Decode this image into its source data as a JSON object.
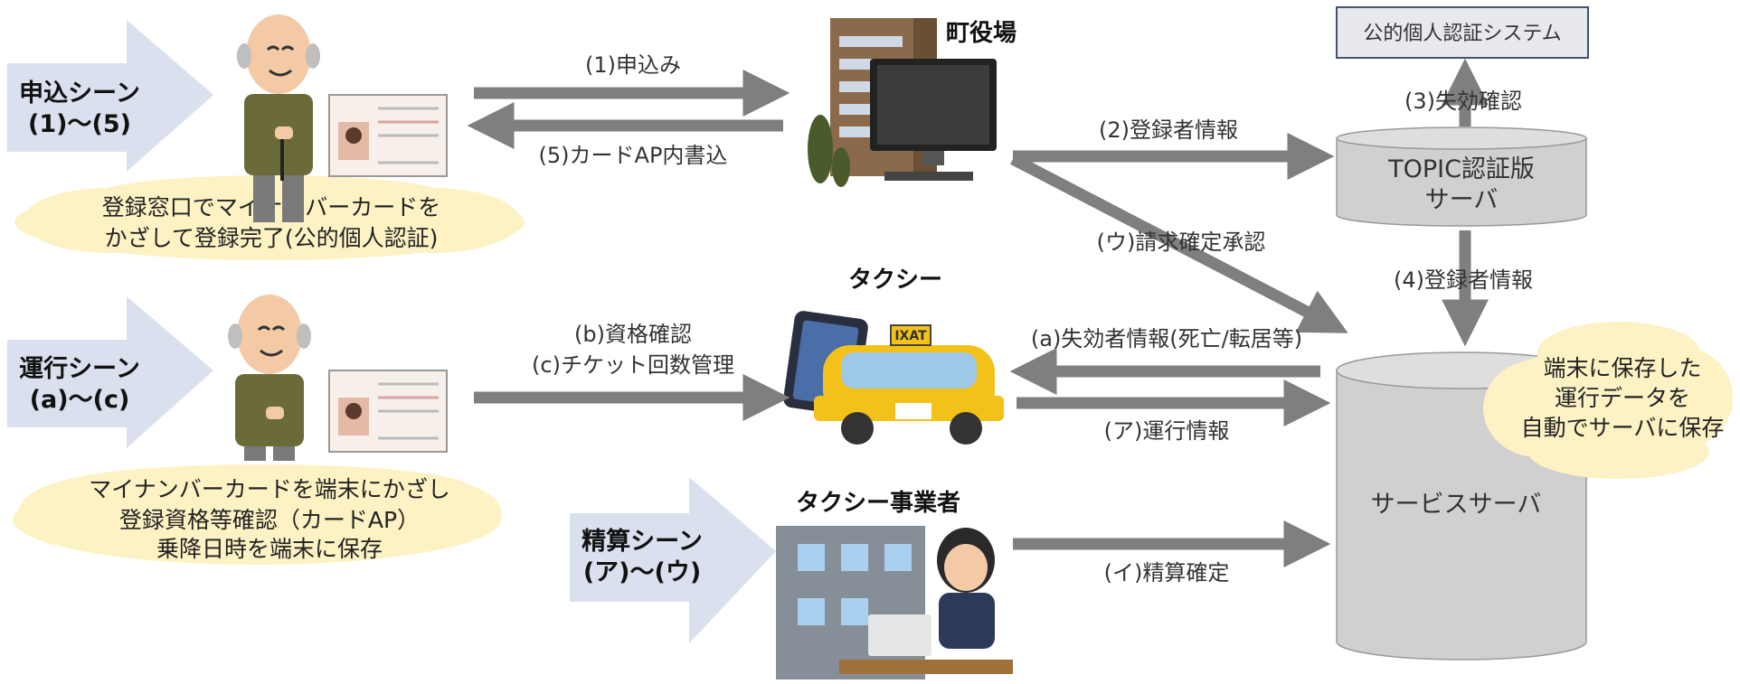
{
  "scenes": {
    "apply": {
      "title": "申込シーン",
      "range": "(1)〜(5)"
    },
    "operate": {
      "title": "運行シーン",
      "range": "(a)〜(c)"
    },
    "settle": {
      "title": "精算シーン",
      "range": "(ア)〜(ウ)"
    }
  },
  "clouds": {
    "apply": [
      "登録窓口でマイナンバーカードを",
      "かざして登録完了(公的個人認証)"
    ],
    "operate": [
      "マイナンバーカードを端末にかざし",
      "登録資格等確認（カードAP）",
      "乗降日時を端末に保存"
    ],
    "server": [
      "端末に保存した",
      "運行データを",
      "自動でサーバに保存"
    ]
  },
  "nodes": {
    "town_office": "町役場",
    "taxi": "タクシー",
    "taxi_operator": "タクシー事業者",
    "jpki_system": "公的個人認証システム",
    "topic_server": [
      "TOPIC認証版",
      "サーバ"
    ],
    "service_server": "サービスサーバ",
    "taxi_sign": "IXAT"
  },
  "flows": {
    "apply_request": "(1)申込み",
    "write_card": "(5)カードAP内書込",
    "registrant_info_2": "(2)登録者情報",
    "revocation_check": "(3)失効確認",
    "registrant_info_4": "(4)登録者情報",
    "billing_approval": "(ウ)請求確定承認",
    "eligibility": "(b)資格確認",
    "ticket_count": "(c)チケット回数管理",
    "revoked_info": "(a)失効者情報(死亡/転居等)",
    "operation_info": "(ア)運行情報",
    "settlement": "(イ)精算確定"
  },
  "colors": {
    "arrow": "#7f7f7f",
    "scene_arrow": "#dae0ee",
    "cloud": "#fdf2c4",
    "server_fill": "#d0d0d0",
    "jpki_border": "#44546a"
  }
}
